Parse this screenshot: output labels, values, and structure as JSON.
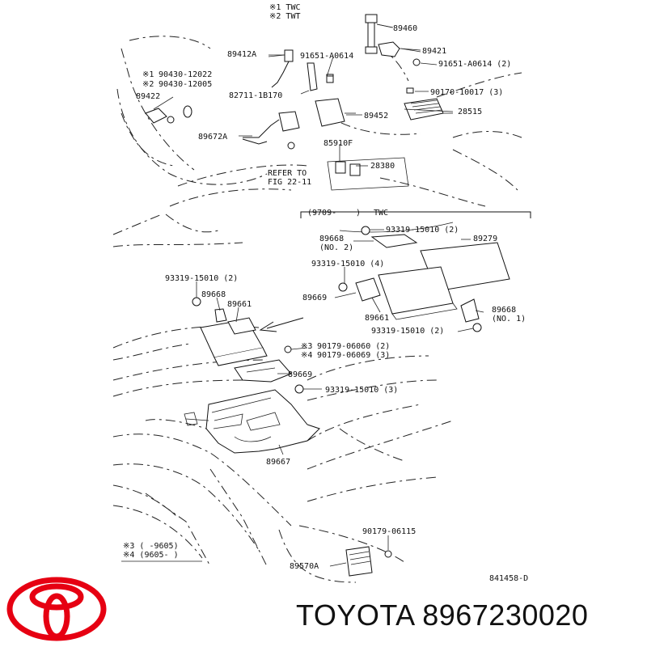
{
  "callouts": {
    "c89460": "89460",
    "c89421": "89421",
    "c91651b": "91651-A0614 (2)",
    "c89412A": "89412A",
    "c91651a": "91651-A0614",
    "c90430a": "90430-12022",
    "c90430b": "90430-12005",
    "c89422": "89422",
    "c82711": "82711-1B170",
    "c90170": "90170-10017 (3)",
    "c28515": "28515",
    "c89452": "89452",
    "c89672A": "89672A",
    "c85910F": "85910F",
    "c28380": "28380",
    "refer1": "REFER TO",
    "refer2": "FIG 22-11",
    "c93319a": "93319-15010 (2)",
    "c89668n2a": "89668",
    "c89668n2b": "(NO. 2)",
    "c89279": "89279",
    "c93319b": "93319-15010 (4)",
    "c89669a": "89669",
    "c89661a": "89661",
    "c89668n1a": "89668",
    "c89668n1b": "(NO. 1)",
    "c93319c": "93319-15010 (2)",
    "c93319d": "93319-15010 (2)",
    "c89668": "89668",
    "c89661": "89661",
    "c90179a": "90179-06060 (2)",
    "c90179b": "90179-06069 (3)",
    "c89669": "89669",
    "c93319e": "93319-15010 (3)",
    "c89667": "89667",
    "c90179c": "90179-06115",
    "c89570A": "89570A",
    "code": "841458-D"
  },
  "notes": {
    "twc": "※1 TWC",
    "twt": "※2 TWT",
    "n1": "※1",
    "n2": "※2",
    "n3": "※3",
    "n4": "※4",
    "box_header_a": "(9709-",
    "box_header_b": ")",
    "box_header_c": "TWC",
    "legend_3": "※3 (     -9605)",
    "legend_4": "※4 (9605-     )"
  },
  "brand": {
    "name": "TOYOTA",
    "part_number": "8967230020",
    "logo_color": "#e60012"
  }
}
